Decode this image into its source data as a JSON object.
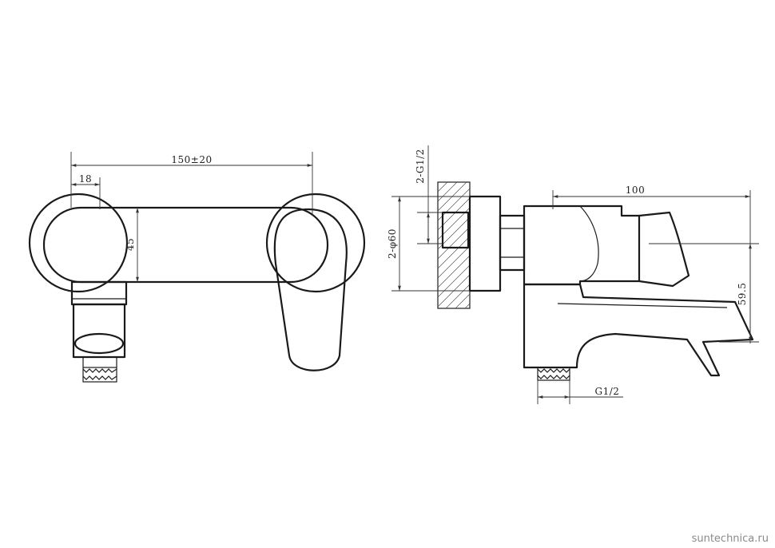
{
  "dimensions": {
    "length": "150±20",
    "offset": "18",
    "height": "45",
    "thread_top": "2-G1/2",
    "flange_dia": "2-φ60",
    "depth": "100",
    "spout_drop": "59.5",
    "thread_bottom": "G1/2"
  },
  "watermark": "suntechnica.ru"
}
